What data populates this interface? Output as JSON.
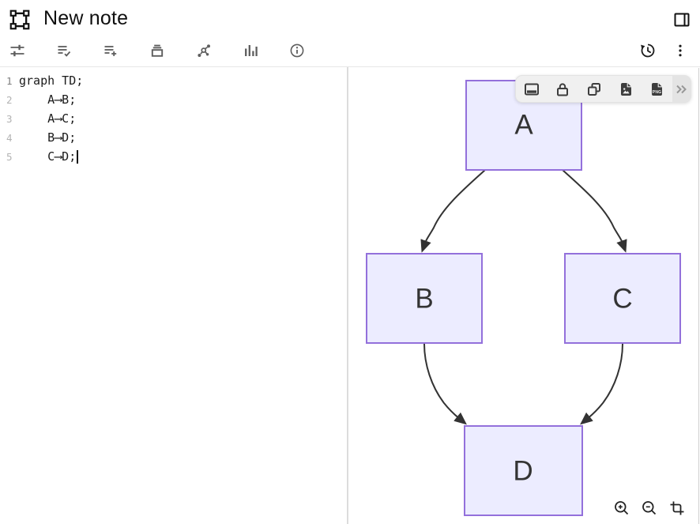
{
  "header": {
    "title": "New note"
  },
  "toolbar": {
    "left_icons": [
      "tune-icon",
      "list-check-icon",
      "list-add-icon",
      "archive-icon",
      "graph-icon",
      "bar-chart-icon",
      "info-icon"
    ],
    "right_icons": [
      "history-icon",
      "kebab-menu-icon"
    ]
  },
  "editor": {
    "lines": [
      {
        "num": "1",
        "code": "graph TD;"
      },
      {
        "num": "2",
        "code": "    A⟶B;"
      },
      {
        "num": "3",
        "code": "    A⟶C;"
      },
      {
        "num": "4",
        "code": "    B⟶D;"
      },
      {
        "num": "5",
        "code": "    C⟶D;"
      }
    ]
  },
  "diagram": {
    "type": "flowchart",
    "direction": "TD",
    "node_fill": "#ECECFF",
    "node_stroke": "#9370DB",
    "edge_color": "#333333",
    "nodes": [
      {
        "label": "A"
      },
      {
        "label": "B"
      },
      {
        "label": "C"
      },
      {
        "label": "D"
      }
    ],
    "edges": [
      {
        "from": "A",
        "to": "B"
      },
      {
        "from": "A",
        "to": "C"
      },
      {
        "from": "B",
        "to": "D"
      },
      {
        "from": "C",
        "to": "D"
      }
    ]
  },
  "floating_toolbar": {
    "icons": [
      "panel-bottom-icon",
      "lock-icon",
      "copy-icon",
      "image-export-icon",
      "png-export-icon",
      "chevron-double-right-icon"
    ],
    "png_label": "PNG"
  },
  "zoom_controls": {
    "icons": [
      "zoom-in-icon",
      "zoom-out-icon",
      "crop-icon"
    ]
  }
}
